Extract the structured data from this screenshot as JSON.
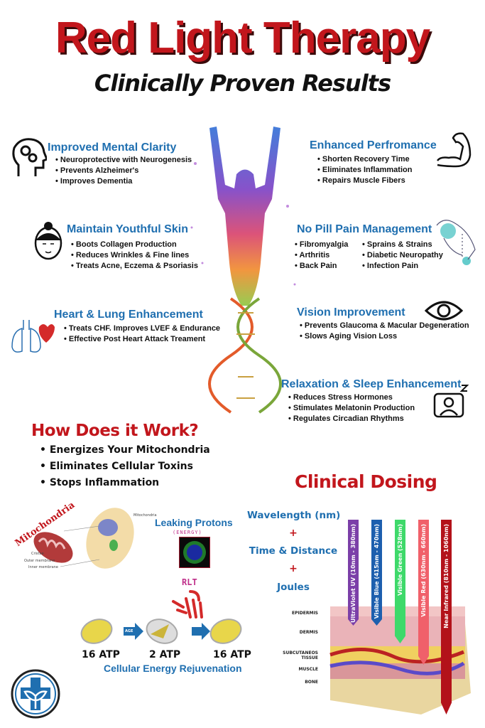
{
  "header": {
    "title": "Red Light Therapy",
    "subtitle": "Clinically Proven Results"
  },
  "benefits": {
    "mental": {
      "title": "Improved Mental Clarity",
      "icon": "head-gears-icon",
      "items": [
        "Neuroprotective with Neurogenesis",
        "Prevents Alzheimer's",
        "Improves Dementia"
      ]
    },
    "skin": {
      "title": "Maintain Youthful Skin",
      "icon": "woman-face-icon",
      "items": [
        "Boots Collagen Production",
        "Reduces Wrinkles & Fine lines",
        "Treats Acne, Eczema & Psoriasis"
      ]
    },
    "heart": {
      "title": "Heart & Lung Enhancement",
      "icon": "lungs-heart-icon",
      "items": [
        "Treats CHF. Improves LVEF & Endurance",
        "Effective Post Heart Attack Treament"
      ]
    },
    "performance": {
      "title": "Enhanced Perfromance",
      "icon": "flexed-arm-icon",
      "items": [
        "Shorten Recovery Time",
        "Eliminates Inflammation",
        "Repairs Muscle Fibers"
      ]
    },
    "pain": {
      "title": "No Pill Pain Management",
      "icon": "back-pain-icon",
      "col1": [
        "Fibromyalgia",
        "Arthritis",
        "Back Pain"
      ],
      "col2": [
        "Sprains & Strains",
        "Diabetic Neuropathy",
        "Infection Pain"
      ]
    },
    "vision": {
      "title": "Vision Improvement",
      "icon": "eye-icon",
      "items": [
        "Prevents Glaucoma & Macular Degeneration",
        "Slows Aging Vision Loss"
      ]
    },
    "sleep": {
      "title": "Relaxation & Sleep Enhancement",
      "icon": "sleeping-person-icon",
      "items": [
        "Reduces Stress Hormones",
        "Stimulates Melatonin Production",
        "Regulates Circadian Rhythms"
      ]
    }
  },
  "how": {
    "title": "How Does it Work?",
    "items": [
      "Energizes Your Mitochondria",
      "Eliminates Cellular Toxins",
      "Stops Inflammation"
    ]
  },
  "mito": {
    "label": "Mitochondria",
    "cell_label": "Mitochondria",
    "parts": [
      "Cristae",
      "Outer membrane",
      "Inner membrane"
    ],
    "leaking": "Leaking Protons",
    "energy": "(ENERGY)",
    "rlt": "RLT",
    "age": "AGE",
    "atp": [
      "16 ATP",
      "2 ATP",
      "16 ATP"
    ],
    "caption": "Cellular Energy Rejuvenation"
  },
  "dosing": {
    "title": "Clinical Dosing",
    "factors": [
      "Wavelength (nm)",
      "Time & Distance",
      "Joules"
    ],
    "plus": "+",
    "bands": [
      {
        "label": "UltraViolet UV (10nm - 380nm)",
        "color": "#7b3fa8"
      },
      {
        "label": "Visible Blue (415nm - 470nm)",
        "color": "#1d5fae"
      },
      {
        "label": "Visible Green (528nm)",
        "color": "#3ed96a"
      },
      {
        "label": "Visible Red (630nm - 660nm)",
        "color": "#f0606a"
      },
      {
        "label": "Near Infrared (810nm - 1060nm)",
        "color": "#b3121a"
      }
    ],
    "layers": [
      "EPIDERMIS",
      "DERMIS",
      "SUBCUTANEOS TISSUE",
      "MUSCLE",
      "BONE"
    ]
  },
  "colors": {
    "accent_red": "#c2161c",
    "heading_blue": "#1f6fb0"
  }
}
